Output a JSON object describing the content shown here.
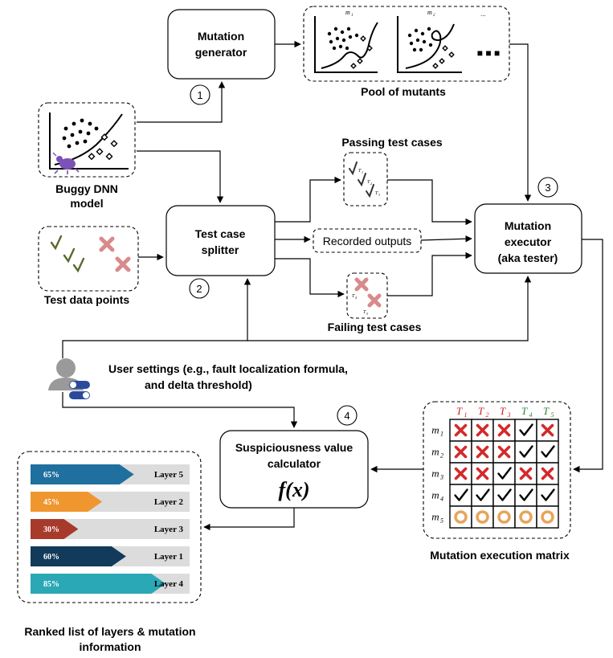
{
  "nodes": {
    "mutation_generator": {
      "line1": "Mutation",
      "line2": "generator"
    },
    "pool_of_mutants": {
      "label": "Pool of mutants",
      "m1": "m",
      "m1_sub": "1",
      "m2": "m",
      "m2_sub": "2",
      "more": "...",
      "ellipsis": "■ ■ ■"
    },
    "buggy_dnn": {
      "line1": "Buggy DNN",
      "line2": "model"
    },
    "test_case_splitter": {
      "line1": "Test case",
      "line2": "splitter"
    },
    "test_data_points": {
      "label": "Test data points"
    },
    "passing_test_cases": {
      "label": "Passing test cases",
      "t1": "T",
      "t1_sub": "1",
      "t2": "T",
      "t2_sub": "2",
      "t3": "T",
      "t3_sub": "3"
    },
    "recorded_outputs": {
      "label": "Recorded outputs"
    },
    "failing_test_cases": {
      "label": "Failing test cases",
      "t4": "T",
      "t4_sub": "4",
      "t5": "T",
      "t5_sub": "5"
    },
    "mutation_executor": {
      "line1": "Mutation",
      "line2": "executor",
      "line3": "(aka tester)"
    },
    "user_settings": {
      "line1": "User settings (e.g., fault localization formula,",
      "line2": "and delta threshold)"
    },
    "calculator": {
      "line1": "Suspiciousness value",
      "line2": "calculator",
      "formula": "f(x)"
    },
    "matrix": {
      "label": "Mutation execution matrix"
    },
    "ranked_list": {
      "line1": "Ranked list of layers & mutation",
      "line2": "information"
    }
  },
  "steps": [
    "1",
    "2",
    "3",
    "4"
  ],
  "matrix_columns": [
    {
      "label": "T",
      "sub": "1",
      "color": "#d02020"
    },
    {
      "label": "T",
      "sub": "2",
      "color": "#d02020"
    },
    {
      "label": "T",
      "sub": "3",
      "color": "#d02020"
    },
    {
      "label": "T",
      "sub": "4",
      "color": "#2e7d32"
    },
    {
      "label": "T",
      "sub": "5",
      "color": "#2e7d32"
    }
  ],
  "matrix_rows": [
    {
      "label": "m",
      "sub": "1",
      "cells": [
        "x",
        "x",
        "x",
        "check",
        "x"
      ]
    },
    {
      "label": "m",
      "sub": "2",
      "cells": [
        "x",
        "x",
        "x",
        "check",
        "check"
      ]
    },
    {
      "label": "m",
      "sub": "3",
      "cells": [
        "x",
        "x",
        "check",
        "x",
        "x"
      ]
    },
    {
      "label": "m",
      "sub": "4",
      "cells": [
        "check",
        "check",
        "check",
        "check",
        "check"
      ]
    },
    {
      "label": "m",
      "sub": "5",
      "cells": [
        "o",
        "o",
        "o",
        "o",
        "o"
      ]
    }
  ],
  "layers": [
    {
      "percent": "65%",
      "value": 65,
      "layer": "Layer 5",
      "color": "#1f6f9f"
    },
    {
      "percent": "45%",
      "value": 45,
      "layer": "Layer 2",
      "color": "#f0962f"
    },
    {
      "percent": "30%",
      "value": 30,
      "layer": "Layer 3",
      "color": "#a83a2c"
    },
    {
      "percent": "60%",
      "value": 60,
      "layer": "Layer 1",
      "color": "#123a5a"
    },
    {
      "percent": "85%",
      "value": 85,
      "layer": "Layer 4",
      "color": "#2aa8b5"
    }
  ],
  "colors": {
    "cross": "#d42a2a",
    "ring": "#e8a45a",
    "bug": "#7b52b8"
  },
  "icons": [
    "bug-icon",
    "user-icon",
    "toggle-icon",
    "check-icon",
    "cross-icon",
    "ring-icon"
  ]
}
